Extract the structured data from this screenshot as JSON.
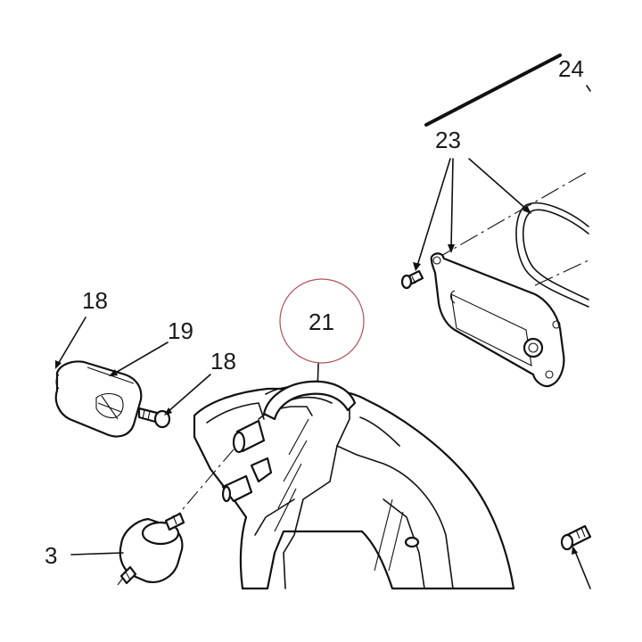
{
  "callouts": {
    "label_24": "24",
    "label_23": "23",
    "label_21": "21",
    "label_18_top": "18",
    "label_19": "19",
    "label_18_mid": "18",
    "label_partial": "3"
  },
  "colors": {
    "line": "#111111",
    "highlight": "#b0505a",
    "background": "#ffffff"
  }
}
